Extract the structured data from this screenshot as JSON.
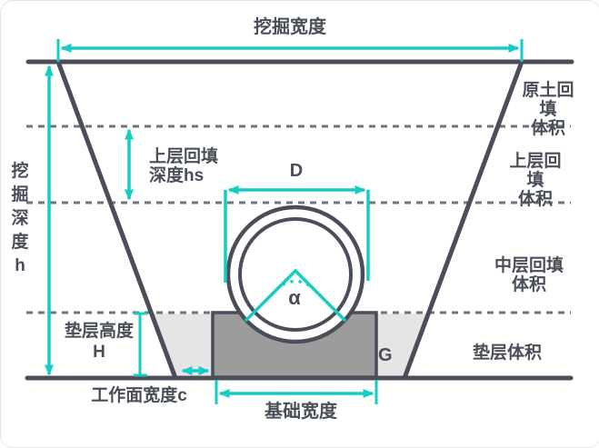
{
  "colors": {
    "accent": "#14cec3",
    "line_dark": "#4a4e59",
    "dashed_gray": "#70757d",
    "foundation_fill": "#9c9c9c",
    "cushion_fill": "#e5e5e5",
    "background": "#ffffff"
  },
  "diagram": {
    "type": "trench-excavation-cross-section",
    "labels": {
      "excavation_width": "挖掘宽度",
      "excavation_depth": "挖掘深度h",
      "upper_backfill_depth": "上层回填\n深度hs",
      "original_soil_backfill_volume": "原土回填\n体积",
      "upper_backfill_volume": "上层回填\n体积",
      "middle_backfill_volume": "中层回填体积",
      "cushion_volume": "垫层体积",
      "cushion_height": "垫层高度\nH",
      "working_face_width": "工作面宽度c",
      "foundation_width": "基础宽度",
      "pipe_diameter": "D",
      "bedding_angle": "α",
      "g_point": "G"
    }
  }
}
